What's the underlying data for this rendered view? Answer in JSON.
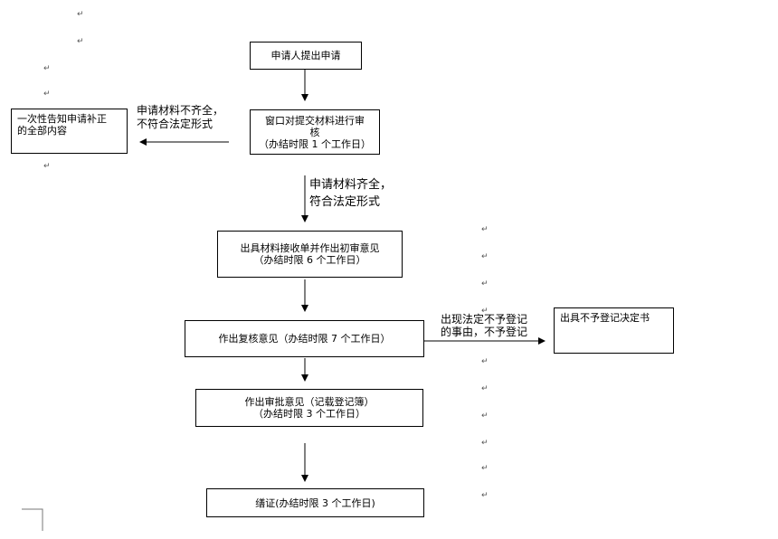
{
  "apply": {
    "text": "申请人提出申请"
  },
  "review": {
    "line1": "窗口对提交材料进行审",
    "line2": "核",
    "line3": "（办结时限 1 个工作日）"
  },
  "notify": {
    "line1": "一次性告知申请补正",
    "line2": "的全部内容"
  },
  "incomplete_label": {
    "line1": "申请材料不齐全，",
    "line2": "不符合法定形式"
  },
  "complete_label": {
    "line1": "申请材料齐全，",
    "line2": "符合法定形式"
  },
  "receipt": {
    "line1": "出具材料接收单并作出初审意见",
    "line2": "（办结时限 6 个工作日）"
  },
  "recheck": {
    "text": "作出复核意见（办结时限 7 个工作日）"
  },
  "reject_label": {
    "line1": "出现法定不予登记",
    "line2": "的事由，不予登记"
  },
  "reject": {
    "text": "出具不予登记决定书"
  },
  "approve": {
    "line1": "作出审批意见（记载登记簿）",
    "line2": "（办结时限 3 个工作日）"
  },
  "certificate": {
    "text": "缮证(办结时限 3 个工作日)"
  },
  "paragraph_mark": "↵"
}
